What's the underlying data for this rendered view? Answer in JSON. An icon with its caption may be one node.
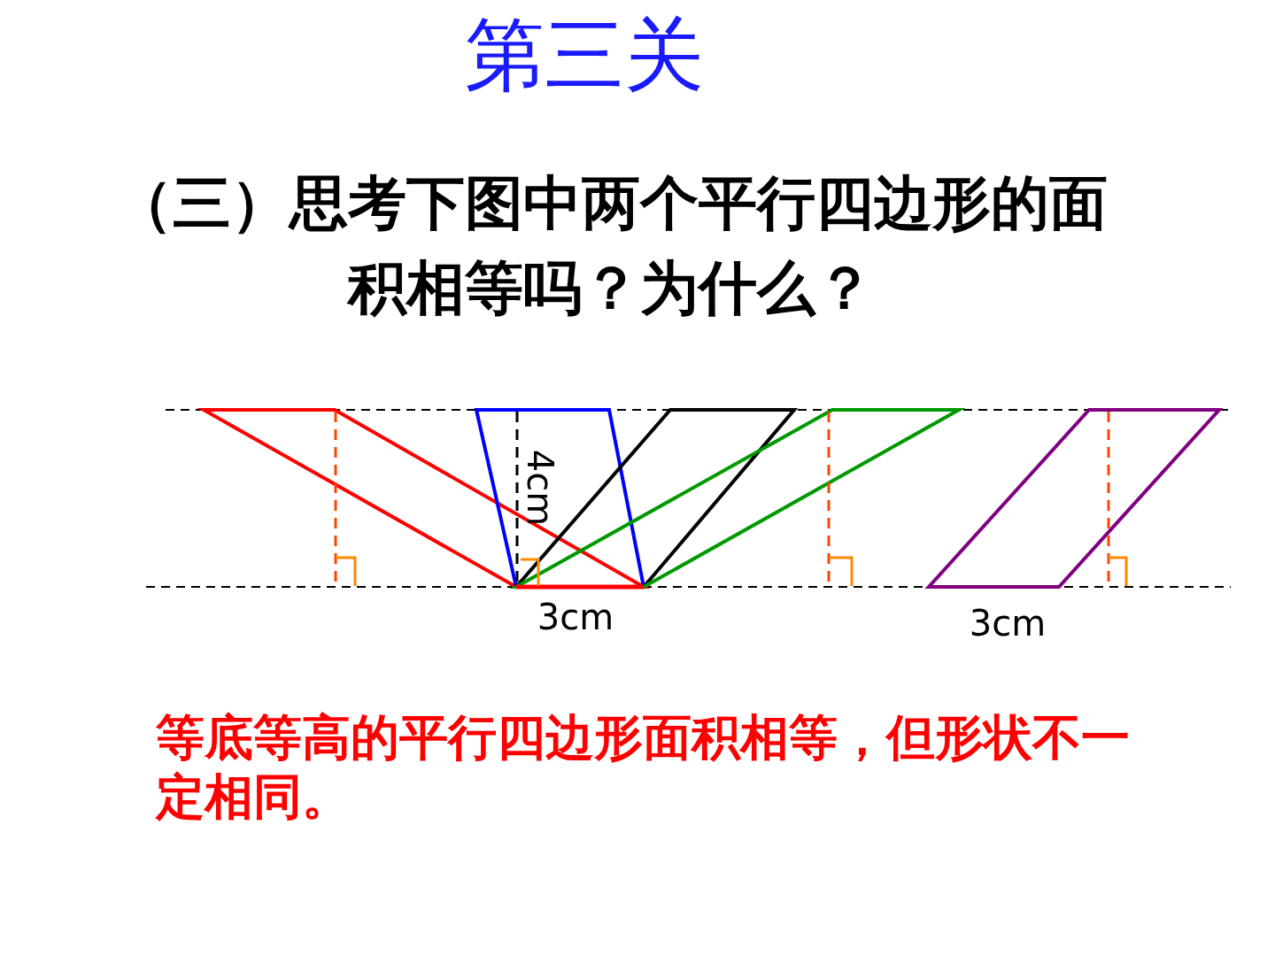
{
  "diagram": {
    "title": "第三关",
    "labels": [
      "（三）思考下图中两个平行四边形的面积相等吗？为什么？",
      "4cm",
      "3cm",
      "3cm",
      "等底等高的平行四边形面积相等，但形状不一定相同。"
    ]
  }
}
